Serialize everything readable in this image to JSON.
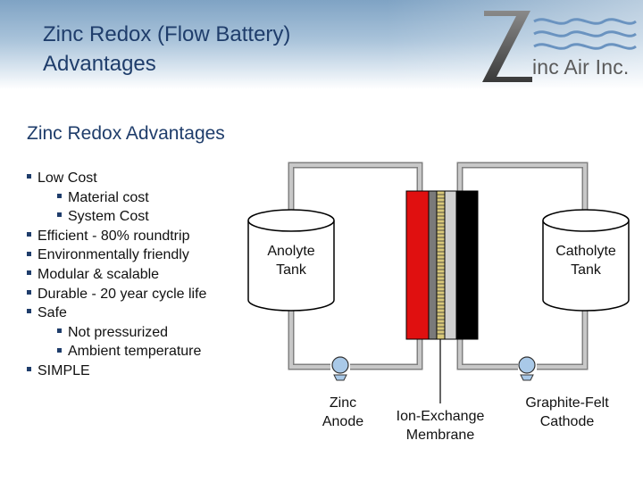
{
  "slide": {
    "title_line1": "Zinc Redox (Flow Battery)",
    "title_line2": "Advantages",
    "subtitle": "Zinc Redox Advantages"
  },
  "logo": {
    "text": "inc Air Inc."
  },
  "bullets": [
    {
      "level": 1,
      "text": "Low Cost"
    },
    {
      "level": 2,
      "text": "Material cost"
    },
    {
      "level": 2,
      "text": "System Cost"
    },
    {
      "level": 1,
      "text": "Efficient - 80% roundtrip"
    },
    {
      "level": 1,
      "text": "Environmentally friendly"
    },
    {
      "level": 1,
      "text": "Modular & scalable"
    },
    {
      "level": 1,
      "text": "Durable - 20 year cycle life"
    },
    {
      "level": 1,
      "text": "Safe"
    },
    {
      "level": 2,
      "text": "Not pressurized"
    },
    {
      "level": 2,
      "text": "Ambient temperature"
    },
    {
      "level": 1,
      "text": "SIMPLE"
    }
  ],
  "diagram": {
    "anolyte_tank": {
      "line1": "Anolyte",
      "line2": "Tank"
    },
    "catholyte_tank": {
      "line1": "Catholyte",
      "line2": "Tank"
    },
    "anode": {
      "line1": "Zinc",
      "line2": "Anode"
    },
    "membrane": {
      "line1": "Ion-Exchange",
      "line2": "Membrane"
    },
    "cathode": {
      "line1": "Graphite-Felt",
      "line2": "Cathode"
    }
  },
  "colors": {
    "title": "#1f3d6b",
    "anode_electrode": "#e01010",
    "cathode_electrode": "#000000",
    "pipe": "#c0c0c0",
    "pipe_outline": "#808080",
    "pump": "#a9c9e8"
  }
}
